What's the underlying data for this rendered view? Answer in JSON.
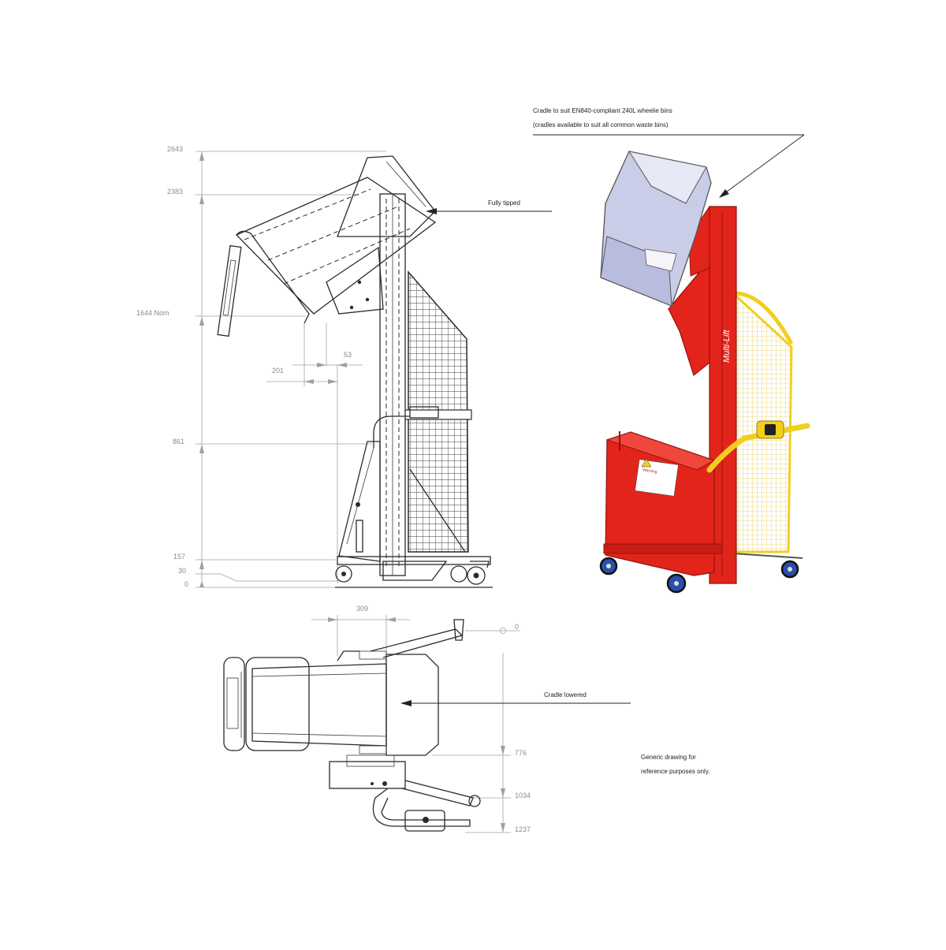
{
  "dimensions": {
    "heights": [
      "2643",
      "2383",
      "1644 Nom",
      "861",
      "157",
      "30",
      "0"
    ],
    "horizontal": [
      "201",
      "53"
    ],
    "plan": [
      "309",
      "0",
      "776",
      "1034",
      "1237"
    ]
  },
  "notes": {
    "cradle_line1": "Cradle to suit EN840-compliant 240L wheelie bins",
    "cradle_line2": "(cradles available to suit all common waste bins)",
    "fully_tipped": "Fully tipped",
    "cradle_lowered": "Cradle lowered",
    "generic_line1": "Generic drawing for",
    "generic_line2": "reference purposes only."
  },
  "machine_label": "Multi-Lift",
  "warning_label": "Warning",
  "colors": {
    "frame_red": "#e3241b",
    "dark_red": "#b01a12",
    "guard_yellow": "#f2cf1f",
    "bin_grey": "#c9cde8",
    "wheel_blue": "#2a4fa8"
  }
}
